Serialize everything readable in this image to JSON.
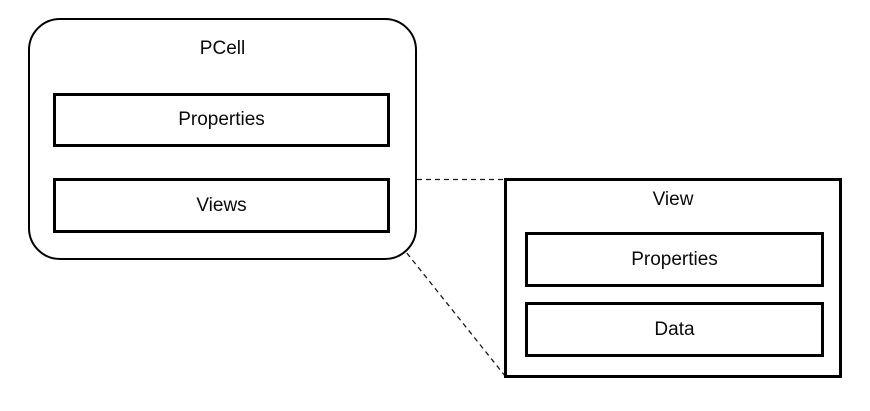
{
  "canvas": {
    "background_color": "#ffffff",
    "line_color": "#000000"
  },
  "pcell": {
    "title": "PCell",
    "items": [
      "Properties",
      "Views"
    ]
  },
  "view": {
    "title": "View",
    "items": [
      "Properties",
      "Data"
    ]
  },
  "connectors": [
    {
      "from": "pcell-views-box top-right corner",
      "to": "view-container top-left corner",
      "style": "dashed"
    },
    {
      "from": "pcell-views-box bottom-right corner",
      "to": "view-container bottom-left corner",
      "style": "dashed"
    }
  ]
}
